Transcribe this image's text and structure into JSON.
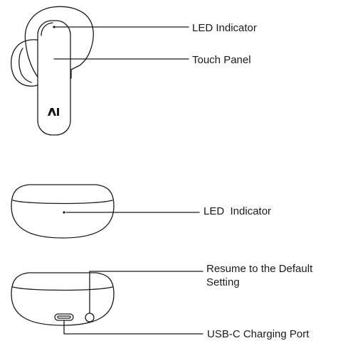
{
  "labels": {
    "earbud_led": "LED Indicator",
    "touch_panel": "Touch Panel",
    "case_led": "LED  Indicator",
    "resume_default": "Resume to the Default Setting",
    "usbc_port": "USB-C Charging Port"
  },
  "logo": {
    "text": "AI"
  },
  "colors": {
    "stroke": "#1a1a1a",
    "background": "#ffffff"
  }
}
